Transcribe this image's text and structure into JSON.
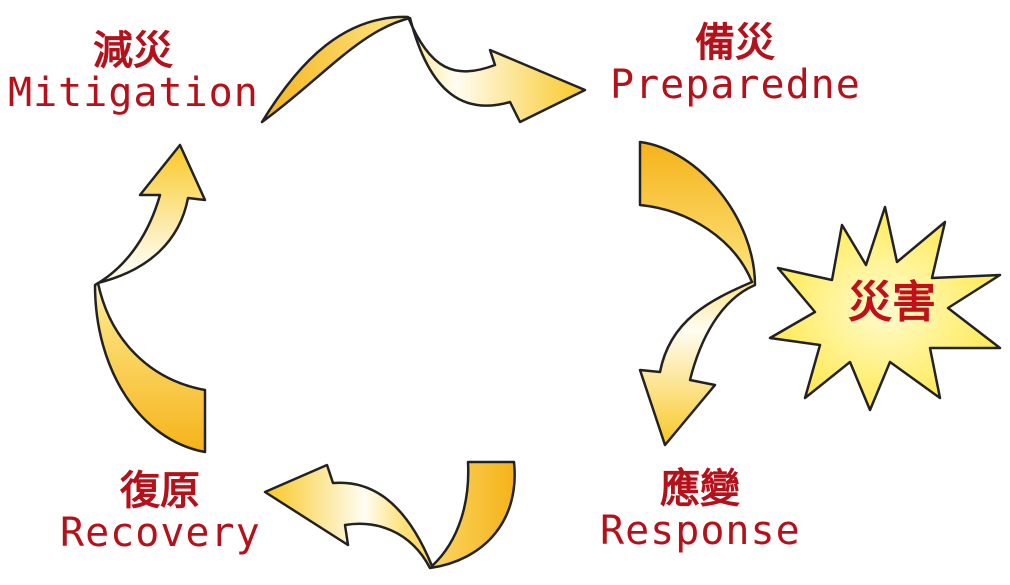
{
  "stages": {
    "mitigation": {
      "zh": "減災",
      "en": "Mitigation"
    },
    "preparedness": {
      "zh": "備災",
      "en": "Preparedne"
    },
    "response": {
      "zh": "應變",
      "en": "Response"
    },
    "recovery": {
      "zh": "復原",
      "en": "Recovery"
    }
  },
  "disaster": {
    "zh": "災害"
  },
  "colors": {
    "label_text": "#b5111b",
    "arrow_fill": "#f9c825",
    "arrow_highlight": "#fffbe6",
    "arrow_stroke": "#222222",
    "burst_fill": "#fff37a"
  }
}
